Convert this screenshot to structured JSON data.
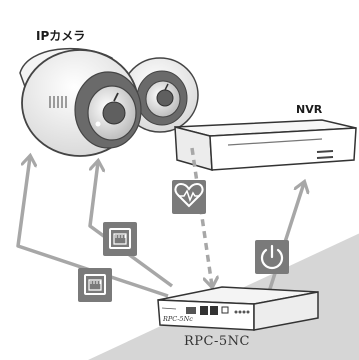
{
  "labels": {
    "camera": "IPカメラ",
    "nvr": "NVR",
    "device": "RPC-5NC",
    "device_panel_text": "RPC-5Nc"
  },
  "icons": {
    "ethernet": "ethernet-port-icon",
    "heartbeat": "heart-monitor-icon",
    "power": "power-icon"
  },
  "colors": {
    "line": "#a7a7a7",
    "icon_box": "#7a7a7a",
    "floor": "#d6d6d6",
    "background": "#ffffff"
  }
}
